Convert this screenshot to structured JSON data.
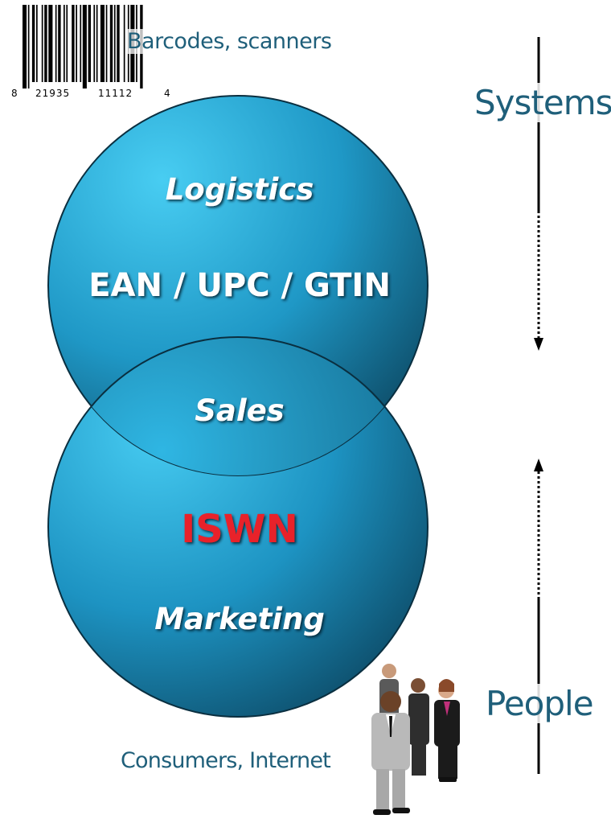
{
  "barcode": {
    "digits_first": "8",
    "digits_left": "21935",
    "digits_right": "11112",
    "digit_check": "4",
    "caption": "Barcodes, scanners"
  },
  "axis": {
    "top_label": "Systems",
    "bottom_label": "People"
  },
  "circles": {
    "top_heading": "Logistics",
    "top_standard": "EAN / UPC / GTIN",
    "overlap_label": "Sales",
    "bottom_standard": "ISWN",
    "bottom_heading": "Marketing"
  },
  "people_caption": "Consumers, Internet",
  "colors": {
    "circle_light": "#3cc3ec",
    "circle_dark": "#0b4660",
    "label_blue": "#1f5f7a",
    "accent_red": "#e8232b",
    "axis_line": "#000000"
  }
}
